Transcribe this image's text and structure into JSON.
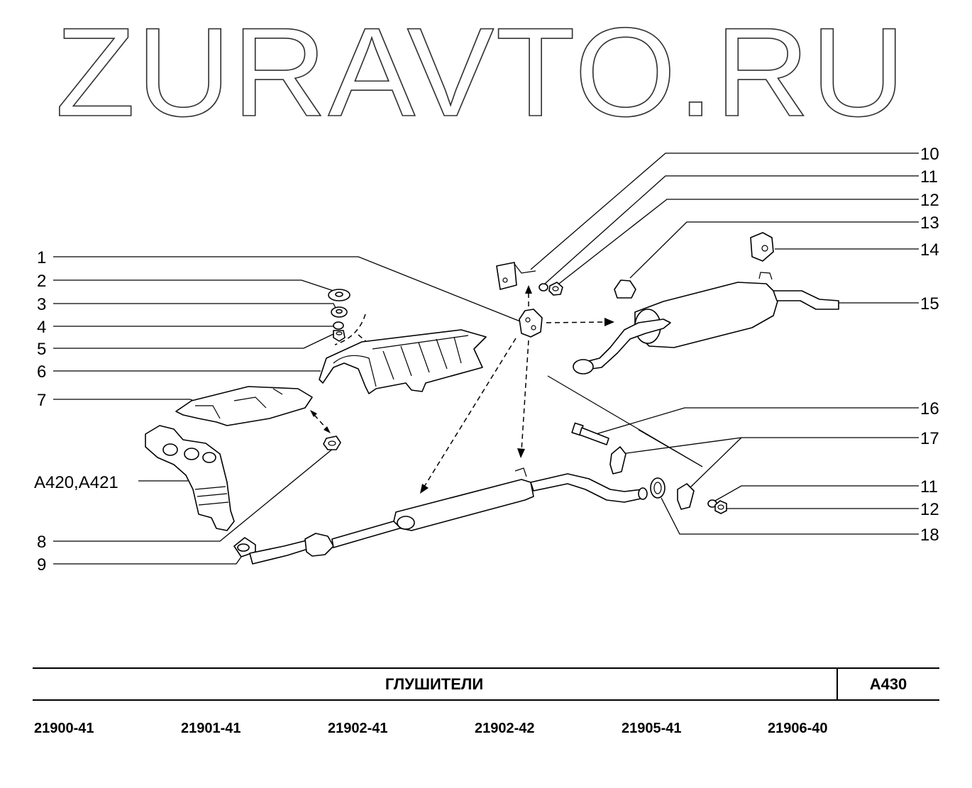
{
  "watermark": "ZURAVTO.RU",
  "callouts": {
    "c1": "1",
    "c2": "2",
    "c3": "3",
    "c4": "4",
    "c5": "5",
    "c6": "6",
    "c7": "7",
    "ref": "A420,A421",
    "c8": "8",
    "c9": "9",
    "c10": "10",
    "c11a": "11",
    "c12a": "12",
    "c13": "13",
    "c14": "14",
    "c15": "15",
    "c16": "16",
    "c17": "17",
    "c11b": "11",
    "c12b": "12",
    "c18": "18"
  },
  "footer": {
    "title": "ГЛУШИТЕЛИ",
    "code": "A430",
    "catalog_numbers": [
      "21900-41",
      "21901-41",
      "21902-41",
      "21902-42",
      "21905-41",
      "21906-40"
    ]
  }
}
